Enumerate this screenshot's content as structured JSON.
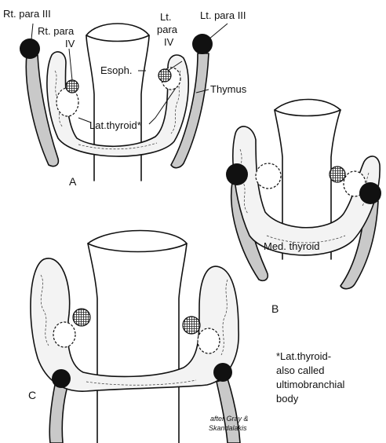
{
  "colors": {
    "ink": "#111111",
    "thymus": "#c9c9c9",
    "gland_fill": "#f3f3f3",
    "parathyroid_black": "#111111"
  },
  "panel_a": {
    "panel_label": "A",
    "rt_para_iii": "Rt. para III",
    "rt_para_iv_line1": "Rt. para",
    "rt_para_iv_line2": "IV",
    "lt_para_iv_line1": "Lt.",
    "lt_para_iv_line2": "para",
    "lt_para_iv_line3": "IV",
    "lt_para_iii": "Lt. para III",
    "esoph": "Esoph.",
    "thymus": "Thymus",
    "lat_thyroid": "Lat.thyroid*"
  },
  "panel_b": {
    "panel_label": "B",
    "med_thyroid": "Med. thyroid"
  },
  "panel_c": {
    "panel_label": "C"
  },
  "footnote": {
    "line1": "*Lat.thyroid-",
    "line2": "also called",
    "line3": "ultimobranchial",
    "line4": "body"
  },
  "credit": {
    "line1": "after Gray &",
    "line2": "Skandalakis"
  }
}
